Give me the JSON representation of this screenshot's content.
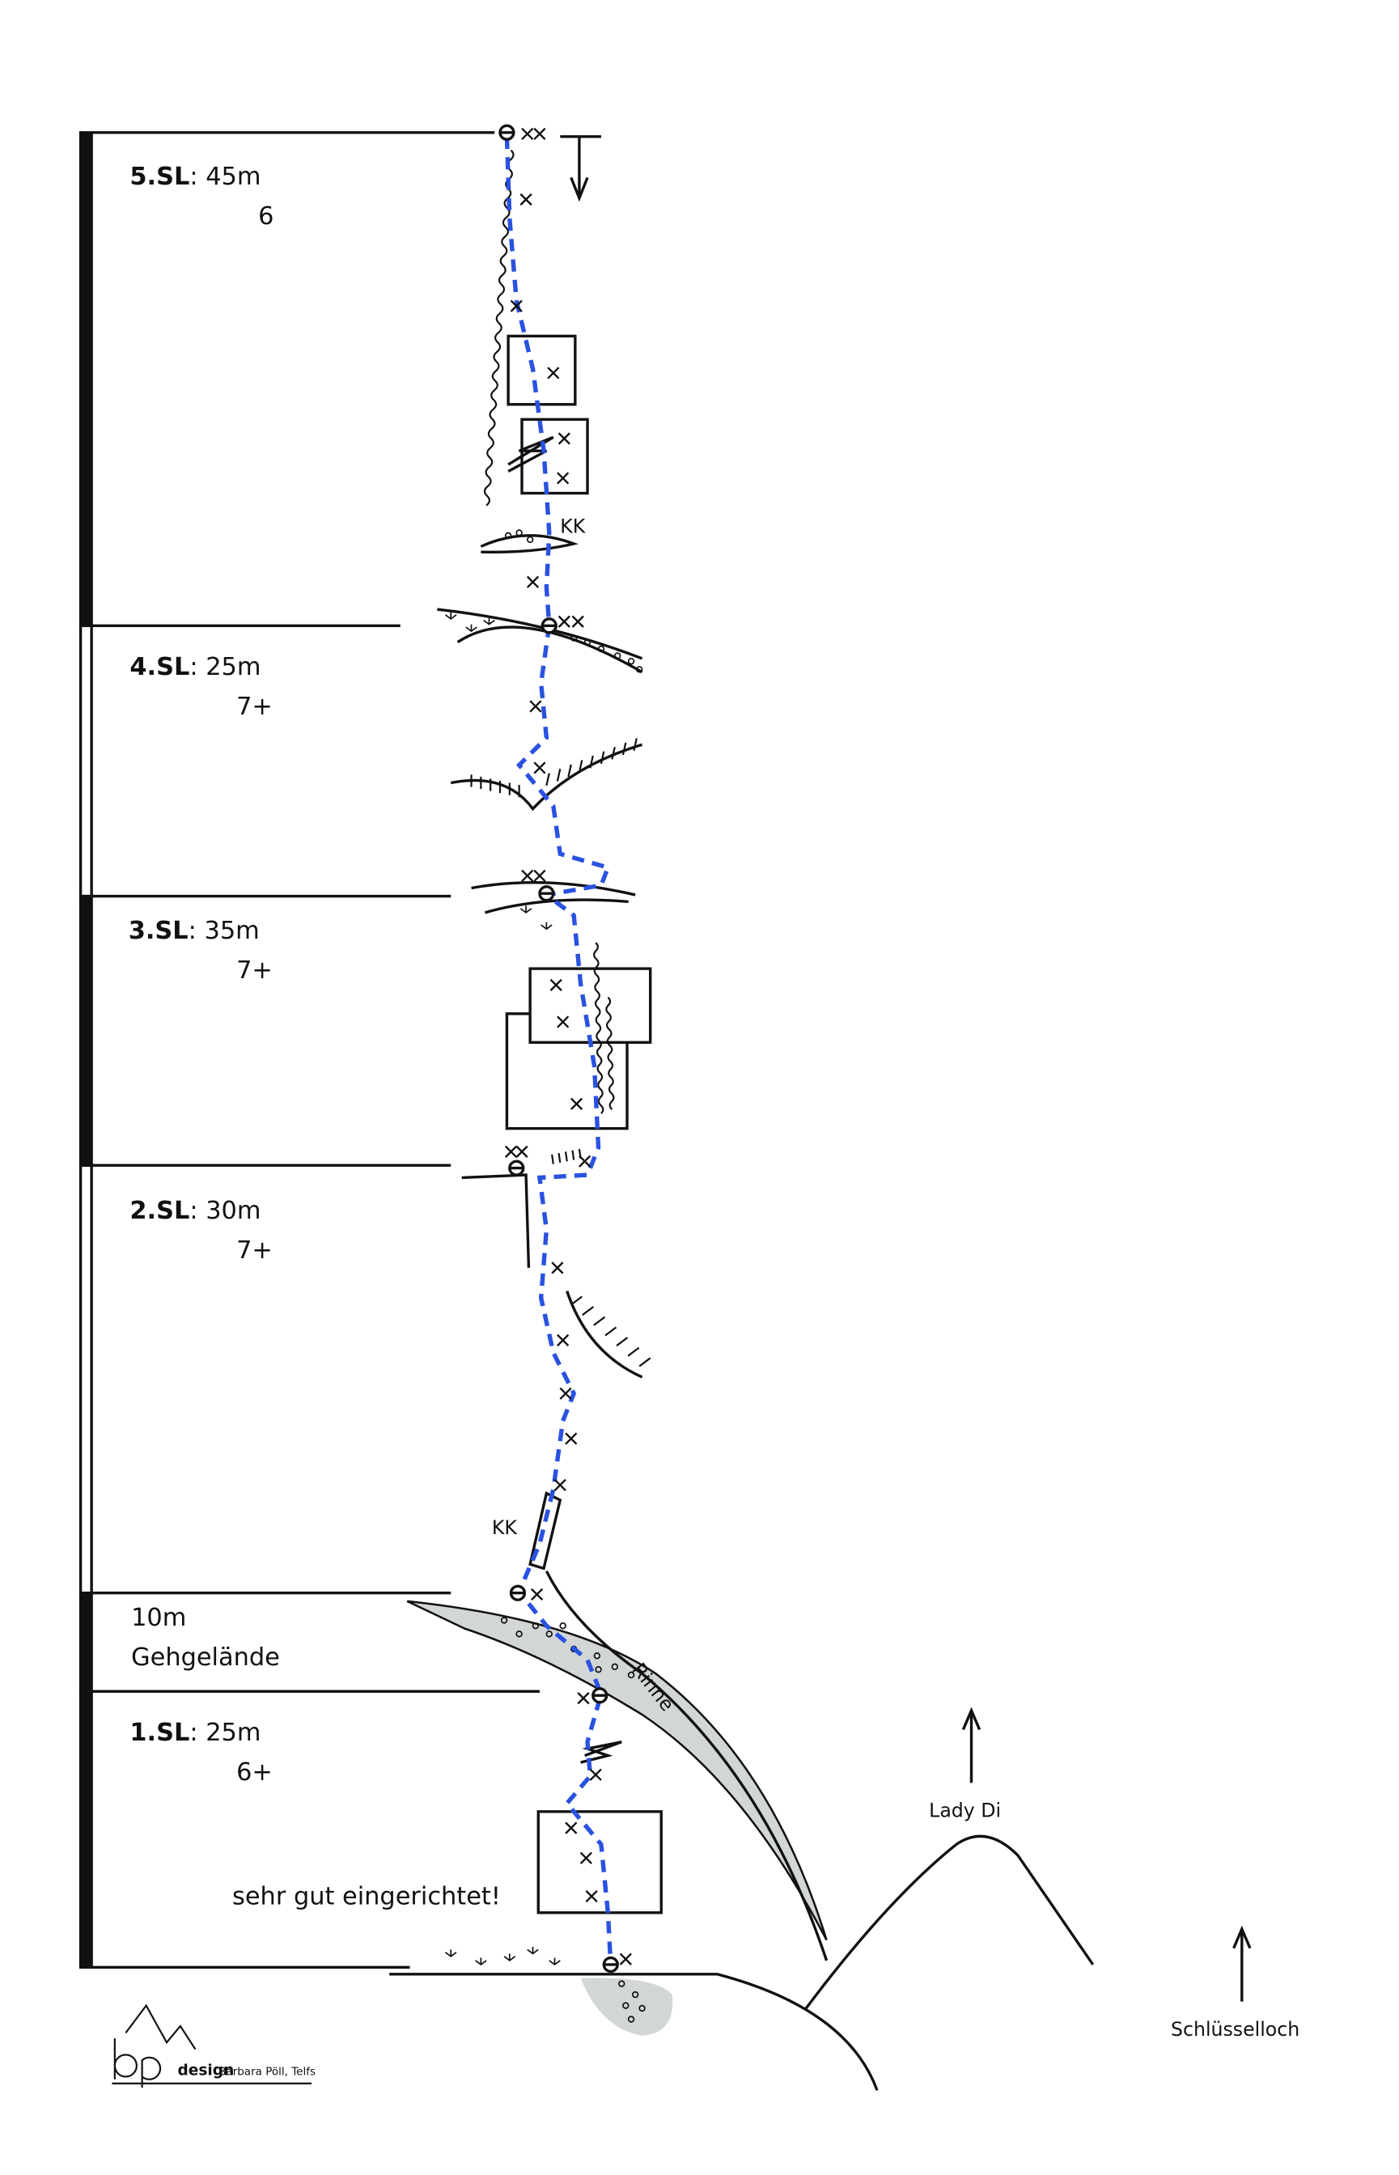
{
  "pitches": [
    {
      "name": "5.SL",
      "length": ": 45m",
      "grade": "6"
    },
    {
      "name": "4.SL",
      "length": ": 25m",
      "grade": "7+"
    },
    {
      "name": "3.SL",
      "length": ": 35m",
      "grade": "7+"
    },
    {
      "name": "2.SL",
      "length": ": 30m",
      "grade": "7+"
    },
    {
      "name": "1.SL",
      "length": ": 25m",
      "grade": "6+"
    }
  ],
  "approach": {
    "length": "10m",
    "terrain": "Gehgelände"
  },
  "notes": {
    "comment": "sehr gut eingerichtet!",
    "kk_top": "KK",
    "kk_bottom": "KK",
    "gully": "Rinne",
    "neighbor_route_1": "Lady Di",
    "neighbor_route_2": "Schlüsselloch"
  },
  "logo": {
    "mark": "bp",
    "brand": "design",
    "author": "Barbara Pöll, Telfs"
  },
  "colors": {
    "route": "#2a52e0",
    "gully": "#d3d6d6"
  }
}
